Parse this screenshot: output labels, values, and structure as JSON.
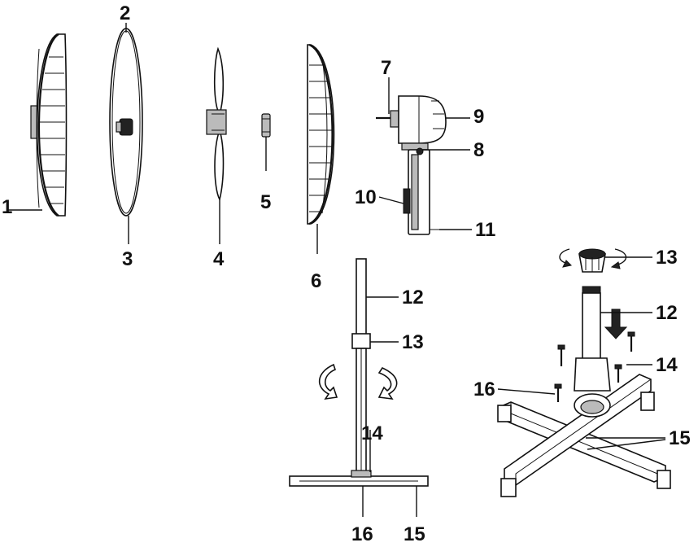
{
  "labels": {
    "l1": "1",
    "l2": "2",
    "l3": "3",
    "l4": "4",
    "l5": "5",
    "l6": "6",
    "l7": "7",
    "l8": "8",
    "l9": "9",
    "l10": "10",
    "l11": "11",
    "s12": "12",
    "s13": "13",
    "s14": "14",
    "s15": "15",
    "s16": "16",
    "b12": "12",
    "b13": "13",
    "b14": "14",
    "b15": "15",
    "b16": "16"
  }
}
